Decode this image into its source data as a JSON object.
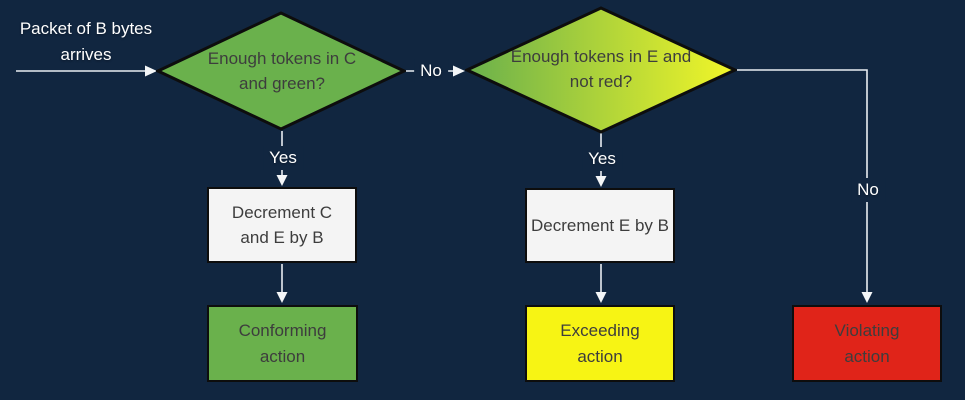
{
  "colors": {
    "background": "#112640",
    "green": "#6ab14c",
    "yellow": "#f7f414",
    "red": "#e02419",
    "gradient_green": "#6ab04c",
    "gradient_yellow": "#f2f628",
    "process_box": "#f4f4f4",
    "border": "#0d0d0d",
    "connector_line": "#e9edf2",
    "text_dark": "#3d3d3d",
    "text_light": "#ffffff"
  },
  "start": {
    "label": "Packet of B bytes arrives"
  },
  "decisions": [
    {
      "question": "Enough tokens in C and green?"
    },
    {
      "question": "Enough tokens in E and not red?"
    }
  ],
  "processes": [
    {
      "label": "Decrement C and E by B"
    },
    {
      "label": "Decrement E by B"
    }
  ],
  "actions": [
    {
      "label": "Conforming action",
      "color": "#6ab14c"
    },
    {
      "label": "Exceeding action",
      "color": "#f7f414"
    },
    {
      "label": "Violating action",
      "color": "#e02419"
    }
  ],
  "edges": {
    "yes1": "Yes",
    "yes2": "Yes",
    "no1": "No",
    "no2": "No"
  }
}
